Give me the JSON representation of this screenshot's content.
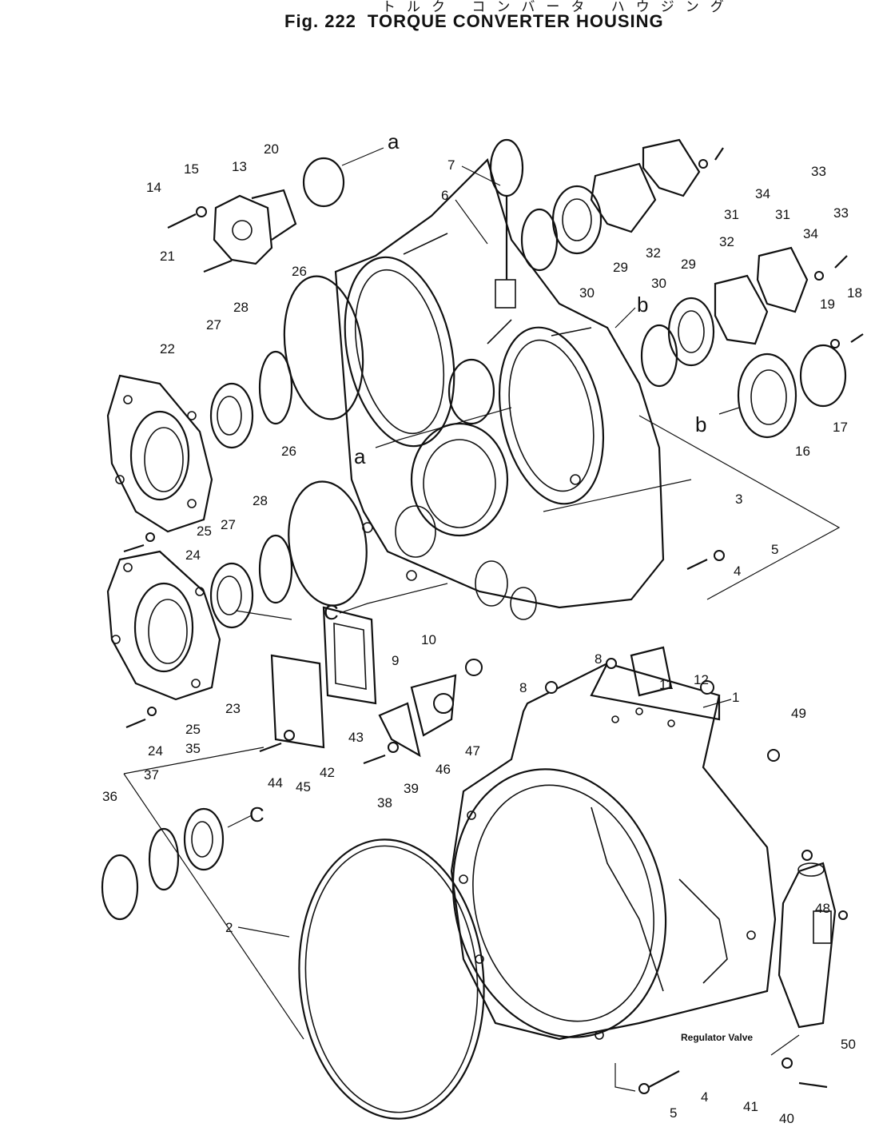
{
  "header": {
    "title_jp": "トルク コンバータ ハウジング",
    "fig_label": "Fig. 222",
    "title": "TORQUE CONVERTER HOUSING"
  },
  "notes": {
    "regulator_valve": "Regulator Valve"
  },
  "letters": [
    "a",
    "a",
    "b",
    "b",
    "C",
    "C"
  ],
  "callouts": [
    "1",
    "2",
    "3",
    "4",
    "4",
    "5",
    "5",
    "6",
    "7",
    "8",
    "8",
    "9",
    "10",
    "11",
    "12",
    "13",
    "14",
    "15",
    "16",
    "17",
    "18",
    "19",
    "20",
    "21",
    "22",
    "23",
    "24",
    "24",
    "25",
    "25",
    "26",
    "26",
    "27",
    "27",
    "28",
    "28",
    "29",
    "29",
    "30",
    "30",
    "31",
    "31",
    "32",
    "32",
    "33",
    "33",
    "34",
    "34",
    "35",
    "36",
    "37",
    "38",
    "39",
    "40",
    "41",
    "42",
    "43",
    "44",
    "45",
    "46",
    "47",
    "48",
    "49",
    "50"
  ]
}
